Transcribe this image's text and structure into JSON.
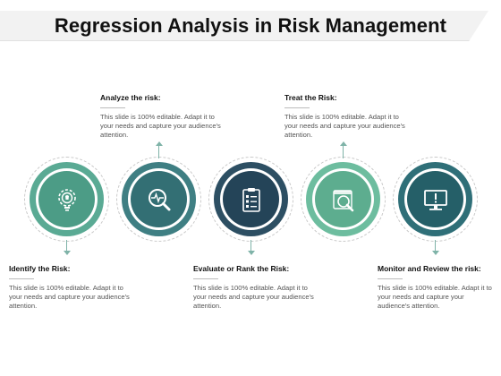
{
  "title": "Regression Analysis in Risk Management",
  "steps": [
    {
      "heading": "Identify the Risk:",
      "body": "This slide is 100% editable. Adapt it to your needs and capture your audience's attention.",
      "icon": "gear-bulb-icon",
      "outer_color": "#5aaa94",
      "inner_color": "#4c9c86"
    },
    {
      "heading": "Analyze the risk:",
      "body": "This slide is 100% editable. Adapt it to your needs and capture your audience's attention.",
      "icon": "heartbeat-magnifier-icon",
      "outer_color": "#3f7f83",
      "inner_color": "#336f74"
    },
    {
      "heading": "Evaluate or Rank the Risk:",
      "body": "This slide is 100% editable. Adapt it to your needs and capture your audience's attention.",
      "icon": "clipboard-checklist-icon",
      "outer_color": "#2d4f63",
      "inner_color": "#244458"
    },
    {
      "heading": "Treat the Risk:",
      "body": "This slide is 100% editable. Adapt it to your needs and capture your audience's attention.",
      "icon": "calendar-magnifier-icon",
      "outer_color": "#6dbd9f",
      "inner_color": "#5dad8f"
    },
    {
      "heading": "Monitor and Review the risk:",
      "body": "This slide is 100% editable. Adapt it to your needs and capture your audience's attention.",
      "icon": "monitor-alert-icon",
      "outer_color": "#2f6f78",
      "inner_color": "#255f68"
    }
  ]
}
